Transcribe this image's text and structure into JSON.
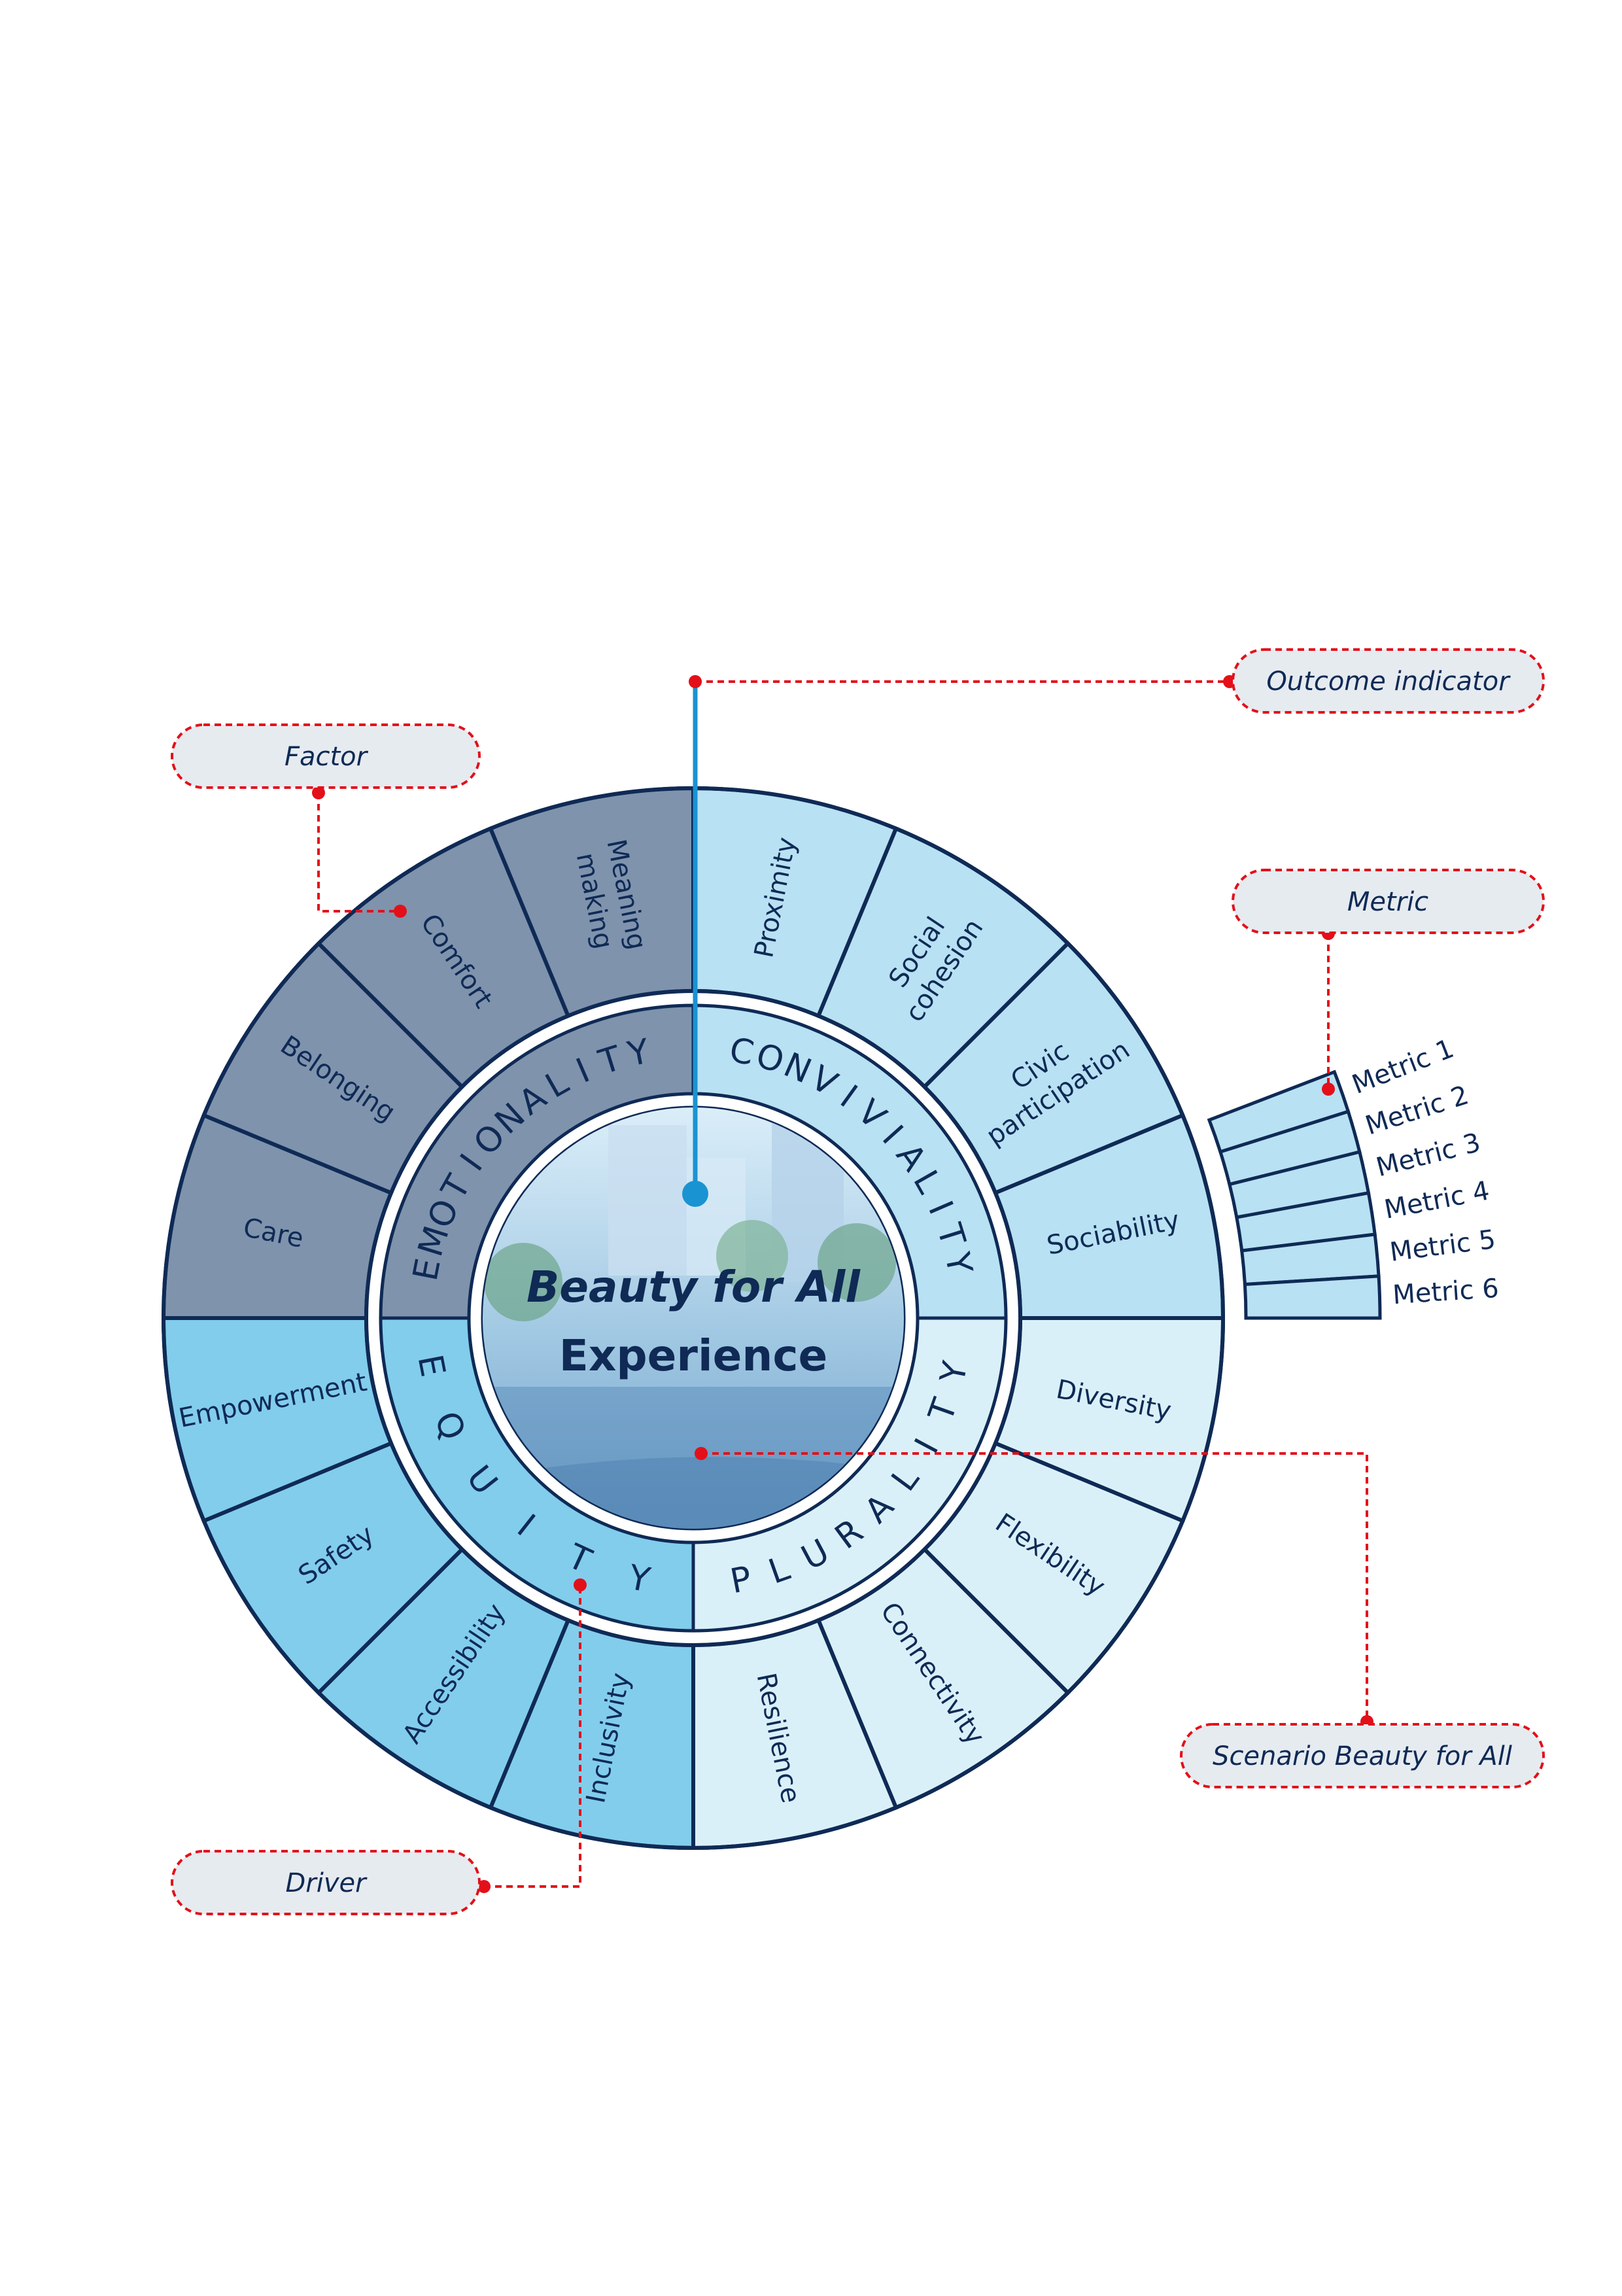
{
  "center": {
    "title_line1": "Beauty for All",
    "title_line2": "Experience"
  },
  "drivers": [
    {
      "name": "EMOTIONALITY",
      "color": "#7f93ad",
      "factors": [
        "Care",
        "Belonging",
        "Comfort",
        "Meaning making"
      ]
    },
    {
      "name": "CONVIVIALITY",
      "color": "#b8e1f3",
      "factors": [
        "Proximity",
        "Social cohesion",
        "Civic participation",
        "Sociability"
      ]
    },
    {
      "name": "PLURALITY",
      "color": "#daf0f9",
      "factors": [
        "Diversity",
        "Flexibility",
        "Connectivity",
        "Resilience"
      ]
    },
    {
      "name": "EQUITY",
      "color": "#82cdec",
      "factors": [
        "Inclusivity",
        "Accessibility",
        "Safety",
        "Empowerment"
      ]
    }
  ],
  "metrics": [
    "Metric 1",
    "Metric 2",
    "Metric 3",
    "Metric 4",
    "Metric 5",
    "Metric 6"
  ],
  "callouts": {
    "outcome_indicator": "Outcome indicator",
    "factor": "Factor",
    "metric": "Metric",
    "scenario": "Scenario Beauty for All",
    "driver": "Driver"
  },
  "colors": {
    "outline": "#0f2a55",
    "callout_line": "#e3101a",
    "indicator_line": "#1a93d2",
    "callout_fill": "#e6ebf0"
  }
}
